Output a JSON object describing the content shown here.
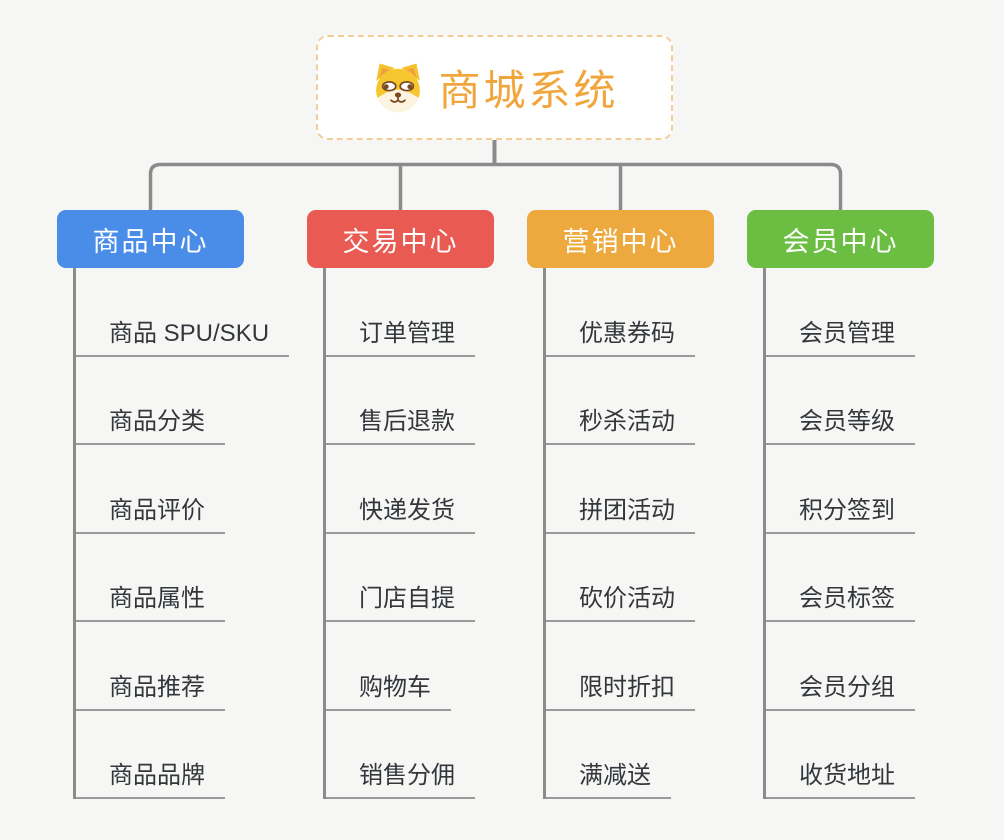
{
  "root": {
    "title": "商城系统",
    "icon": "dog-face-icon"
  },
  "branches": [
    {
      "id": "product-center",
      "label": "商品中心",
      "color": "#4A8DE8",
      "items": [
        "商品 SPU/SKU",
        "商品分类",
        "商品评价",
        "商品属性",
        "商品推荐",
        "商品品牌"
      ]
    },
    {
      "id": "trade-center",
      "label": "交易中心",
      "color": "#E95B52",
      "items": [
        "订单管理",
        "售后退款",
        "快递发货",
        "门店自提",
        "购物车",
        "销售分佣"
      ]
    },
    {
      "id": "marketing-center",
      "label": "营销中心",
      "color": "#EDA93D",
      "items": [
        "优惠券码",
        "秒杀活动",
        "拼团活动",
        "砍价活动",
        "限时折扣",
        "满减送"
      ]
    },
    {
      "id": "member-center",
      "label": "会员中心",
      "color": "#6CBE42",
      "items": [
        "会员管理",
        "会员等级",
        "积分签到",
        "会员标签",
        "会员分组",
        "收货地址"
      ]
    }
  ],
  "colors": {
    "background": "#F6F6F5",
    "connector": "#8B8B8B",
    "item_underline": "#9A9A9A",
    "item_text": "#33373C",
    "root_border": "#F2CE96",
    "root_text": "#F1A63D"
  }
}
